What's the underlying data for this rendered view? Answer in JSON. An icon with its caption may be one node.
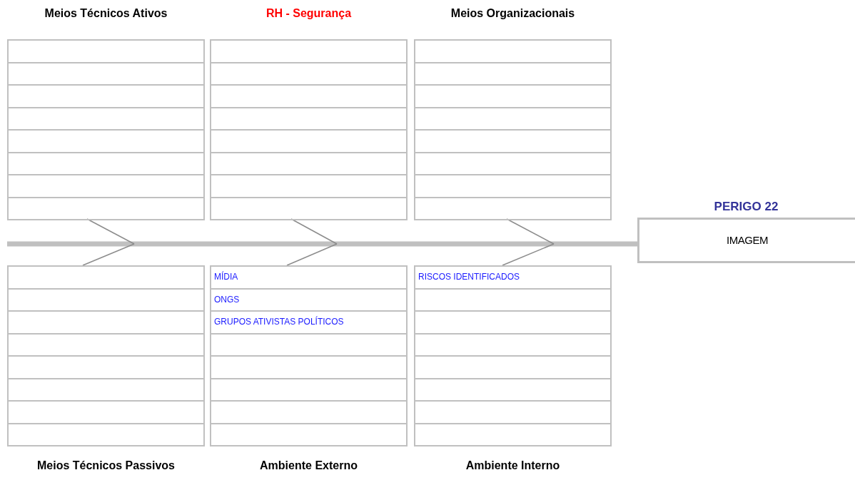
{
  "diagram": {
    "nodes": [
      {
        "text": [
          "Meios Técnicos Ativos"
        ]
      },
      {
        "text": [],
        "shape": "box",
        "in": 0
      },
      {
        "text": [],
        "shape": "box",
        "in": 0
      },
      {
        "text": [],
        "shape": "box",
        "in": 0
      },
      {
        "text": [],
        "shape": "box",
        "in": 0
      },
      {
        "text": [],
        "shape": "box",
        "in": 0
      },
      {
        "text": [],
        "shape": "box",
        "in": 0
      },
      {
        "text": [],
        "shape": "box",
        "in": 0
      },
      {
        "text": [],
        "shape": "box",
        "in": 0
      },
      {
        "text": [
          "RH - Segurança"
        ]
      },
      {
        "text": [],
        "shape": "box",
        "in": 9
      },
      {
        "text": [],
        "shape": "box",
        "in": 9
      },
      {
        "text": [],
        "shape": "box",
        "in": 9
      },
      {
        "text": [],
        "shape": "box",
        "in": 9
      },
      {
        "text": [],
        "shape": "box",
        "in": 9
      },
      {
        "text": [],
        "shape": "box",
        "in": 9
      },
      {
        "text": [],
        "shape": "box",
        "in": 9
      },
      {
        "text": [],
        "shape": "box",
        "in": 9
      },
      {
        "text": [
          "Meios Organizacionais"
        ]
      },
      {
        "text": [],
        "shape": "box",
        "in": 18
      },
      {
        "text": [],
        "shape": "box",
        "in": 18
      },
      {
        "text": [],
        "shape": "box",
        "in": 18
      },
      {
        "text": [],
        "shape": "box",
        "in": 18
      },
      {
        "text": [],
        "shape": "box",
        "in": 18
      },
      {
        "text": [],
        "shape": "box",
        "in": 18
      },
      {
        "text": [],
        "shape": "box",
        "in": 18
      },
      {
        "text": [],
        "shape": "box",
        "in": 18
      },
      {
        "text": [
          "PERIGO 22",
          "IMAGEM"
        ]
      },
      {
        "text": [
          "Meios Técnicos Passivos"
        ]
      },
      {
        "text": [],
        "shape": "box",
        "in": 28
      },
      {
        "text": [],
        "shape": "box",
        "in": 28
      },
      {
        "text": [],
        "shape": "box",
        "in": 28
      },
      {
        "text": [],
        "shape": "box",
        "in": 28
      },
      {
        "text": [],
        "shape": "box",
        "in": 28
      },
      {
        "text": [],
        "shape": "box",
        "in": 28
      },
      {
        "text": [],
        "shape": "box",
        "in": 28
      },
      {
        "text": [],
        "shape": "box",
        "in": 28
      },
      {
        "text": [
          "Ambiente Externo"
        ]
      },
      {
        "text": [
          "MÍDIA"
        ],
        "in": 37
      },
      {
        "text": [
          "ONGS"
        ],
        "in": 37
      },
      {
        "text": [
          "GRUPOS ATIVISTAS POLÍTICOS"
        ],
        "in": 37
      },
      {
        "text": [],
        "shape": "box",
        "in": 37
      },
      {
        "text": [],
        "shape": "box",
        "in": 37
      },
      {
        "text": [],
        "shape": "box",
        "in": 37
      },
      {
        "text": [],
        "shape": "box",
        "in": 37
      },
      {
        "text": [],
        "shape": "box",
        "in": 37
      },
      {
        "text": [
          "Ambiente Interno"
        ]
      },
      {
        "text": [
          "RISCOS IDENTIFICADOS"
        ],
        "in": 46
      },
      {
        "text": [],
        "shape": "box",
        "in": 46
      },
      {
        "text": [],
        "shape": "box",
        "in": 46
      },
      {
        "text": [],
        "shape": "box",
        "in": 46
      },
      {
        "text": [],
        "shape": "box",
        "in": 46
      },
      {
        "text": [],
        "shape": "box",
        "in": 46
      },
      {
        "text": [],
        "shape": "box",
        "in": 46
      },
      {
        "text": [],
        "shape": "box",
        "in": 46
      }
    ],
    "edges": [
      {
        "from": null,
        "to": 27,
        "arrow": "none",
        "style": "thick",
        "color": "#c0c0c0"
      },
      {
        "from": 0,
        "to": null,
        "arrow": "none"
      },
      {
        "from": 9,
        "to": null,
        "arrow": "none"
      },
      {
        "from": 18,
        "to": null,
        "arrow": "none"
      },
      {
        "from": 28,
        "to": null,
        "arrow": "none"
      },
      {
        "from": 37,
        "to": null,
        "arrow": "none"
      },
      {
        "from": 46,
        "to": null,
        "arrow": "none"
      }
    ]
  }
}
